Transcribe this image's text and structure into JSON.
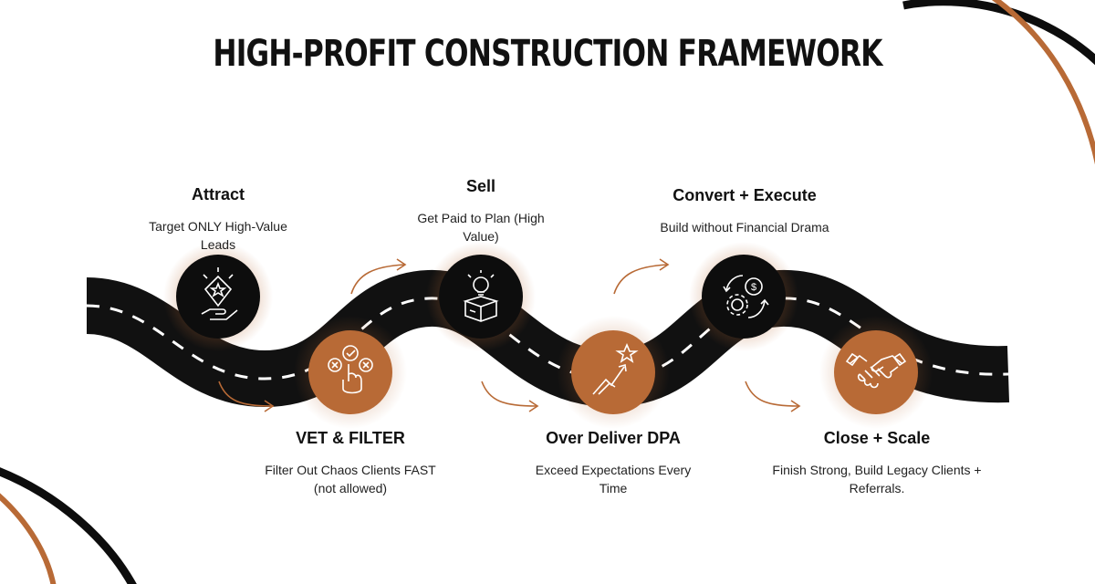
{
  "title": "HIGH-PROFIT CONSTRUCTION FRAMEWORK",
  "colors": {
    "accent": "#b86a36",
    "dark": "#0d0d0d",
    "road": "#111111"
  },
  "steps": [
    {
      "heading": "Attract",
      "description": "Target ONLY High-Value Leads",
      "icon": "diamond-hand-icon"
    },
    {
      "heading": "VET & FILTER",
      "description": "Filter Out Chaos Clients FAST (not allowed)",
      "icon": "check-cross-choice-icon"
    },
    {
      "heading": "Sell",
      "description": "Get Paid to Plan (High Value)",
      "icon": "idea-box-icon"
    },
    {
      "heading": "Over Deliver DPA",
      "description": "Exceed Expectations Every Time",
      "icon": "growth-star-arrow-icon"
    },
    {
      "heading": "Convert + Execute",
      "description": "Build without Financial Drama",
      "icon": "money-gear-cycle-icon"
    },
    {
      "heading": "Close + Scale",
      "description": "Finish Strong, Build Legacy Clients + Referrals.",
      "icon": "handshake-icon"
    }
  ]
}
